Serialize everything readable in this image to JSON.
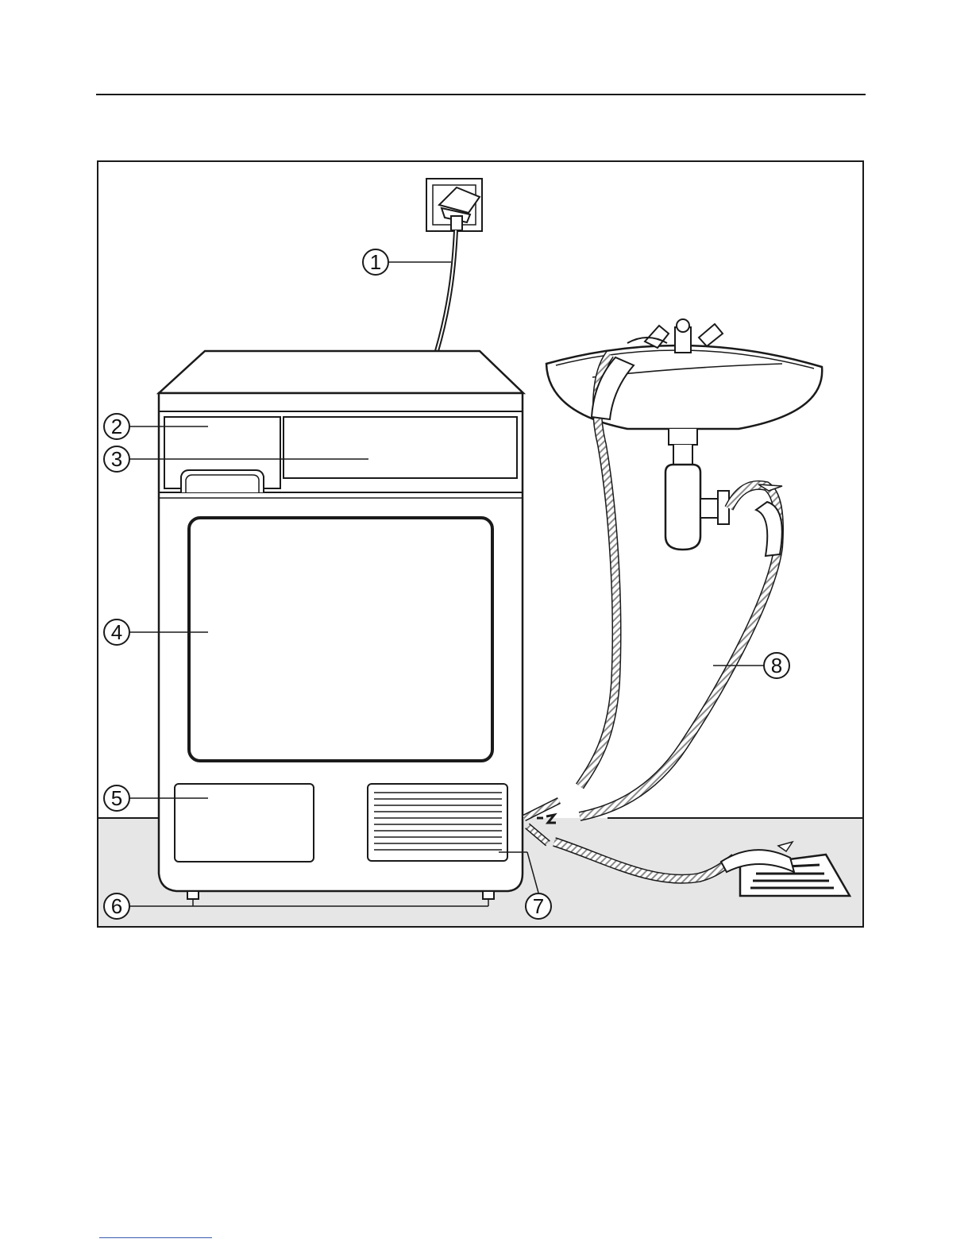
{
  "figure": {
    "callouts": [
      {
        "id": "1",
        "label": "1"
      },
      {
        "id": "2",
        "label": "2"
      },
      {
        "id": "3",
        "label": "3"
      },
      {
        "id": "4",
        "label": "4"
      },
      {
        "id": "5",
        "label": "5"
      },
      {
        "id": "6",
        "label": "6"
      },
      {
        "id": "7",
        "label": "7"
      },
      {
        "id": "8",
        "label": "8"
      }
    ],
    "colors": {
      "line": "#1a1a1a",
      "floor": "#e6e6e6",
      "hose_stripe": "#9a9a9a"
    }
  }
}
